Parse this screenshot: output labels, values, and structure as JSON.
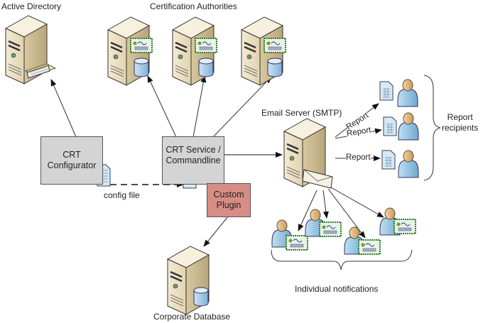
{
  "labels": {
    "active_directory": "Active Directory",
    "certification_authorities": "Certification Authorities",
    "email_server": "Email Server (SMTP)",
    "report_recipients_line1": "Report",
    "report_recipients_line2": "recipients",
    "config_file": "config file",
    "corporate_database": "Corporate Database",
    "individual_notifications": "Individual notifications"
  },
  "boxes": {
    "configurator": {
      "line1": "CRT",
      "line2": "Configurator",
      "color": "#d4d4d4"
    },
    "service": {
      "line1": "CRT Service /",
      "line2": "Commandline",
      "color": "#d4d4d4"
    },
    "plugin": {
      "line1": "Custom",
      "line2": "Plugin",
      "color": "#d88c86"
    }
  },
  "report_arrows": [
    "Report",
    "Report",
    "Report"
  ],
  "colors": {
    "server_body": "#e8dcc0",
    "server_side": "#c9b88f",
    "db": "#a8cbe6",
    "person": "#8ec3e0",
    "cert": "#3a8f3a",
    "line": "#222222"
  }
}
